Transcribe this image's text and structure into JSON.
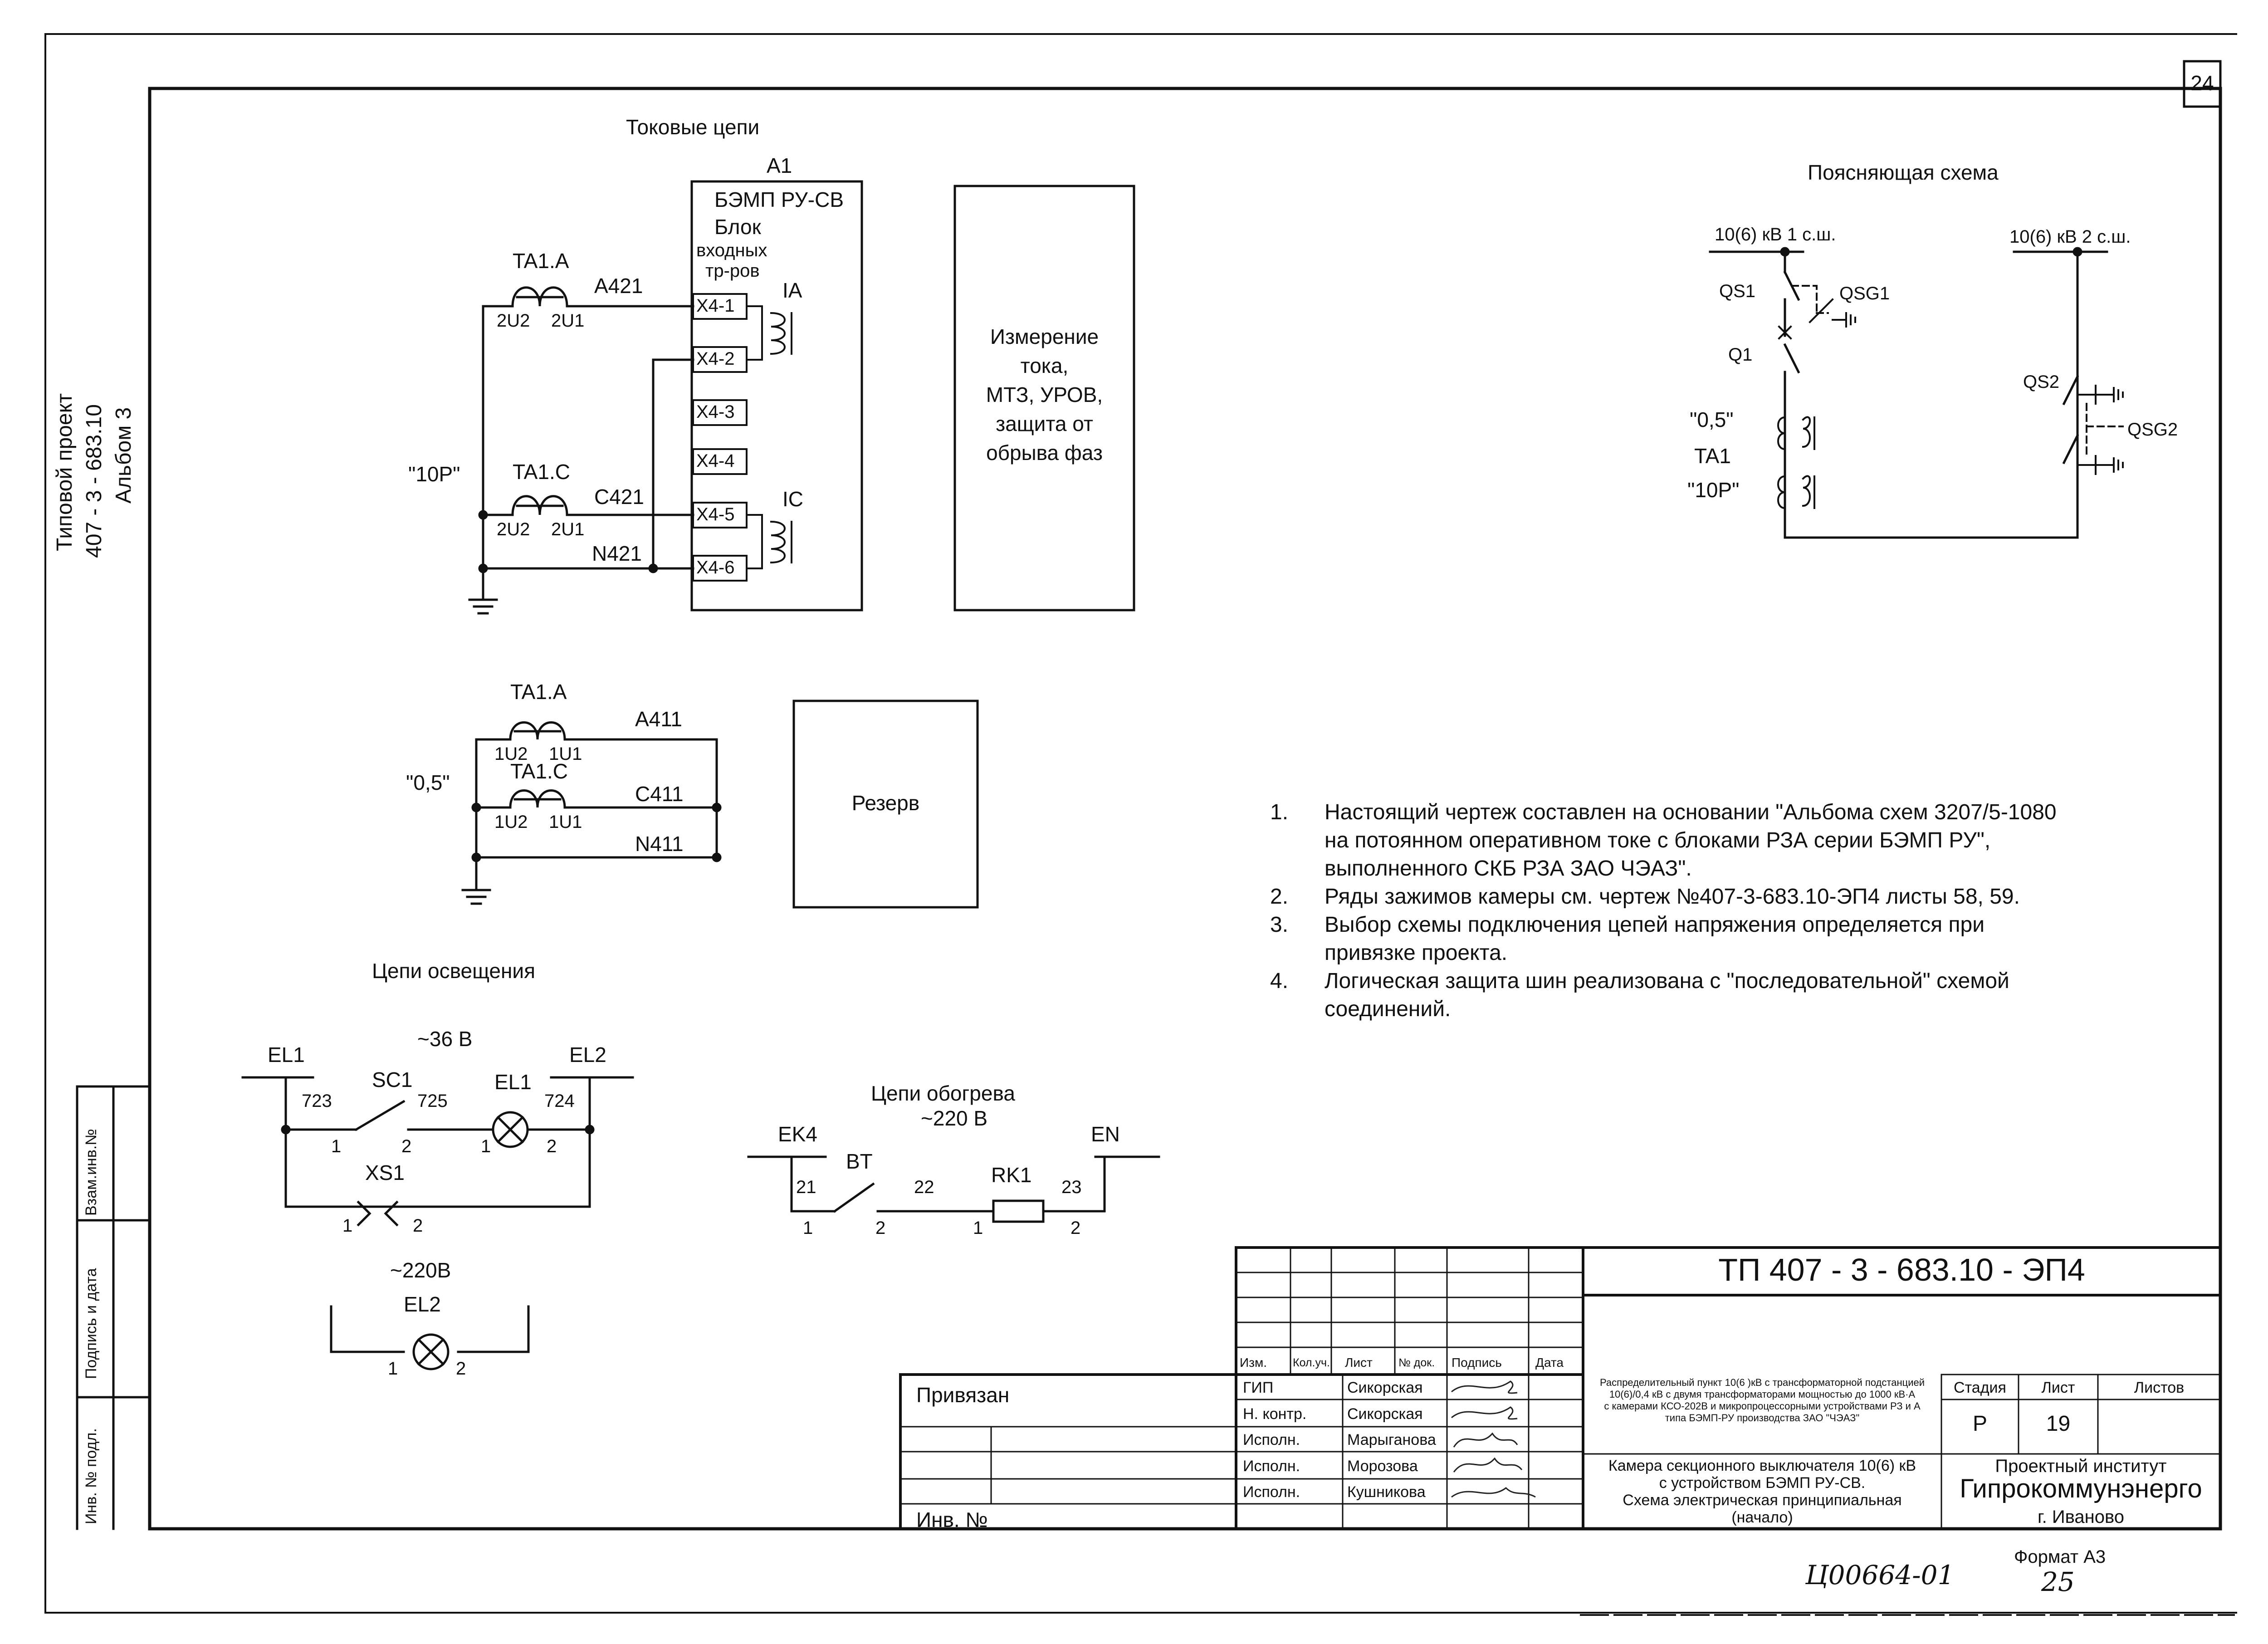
{
  "sheet_number": "24",
  "side_title": {
    "line1": "Типовой проект",
    "line2": "407 - 3 - 683.10",
    "line3": "Альбом 3"
  },
  "left_stamp": {
    "col1": "Инв. № подл.",
    "col2": "Подпись и дата",
    "col3": "Взам.инв.№"
  },
  "current_circuits": {
    "title": "Токовые цепи",
    "device": {
      "ref": "A1",
      "name": "БЭМП РУ-СВ",
      "block_line1": "Блок",
      "block_line2": "входных",
      "block_line3": "тр-ров"
    },
    "terminals": [
      "X4-1",
      "X4-2",
      "X4-3",
      "X4-4",
      "X4-5",
      "X4-6"
    ],
    "coil_ia": "IA",
    "coil_ic": "IC",
    "ta_a": "TA1.A",
    "ta_c": "TA1.C",
    "pin_2u2": "2U2",
    "pin_2u1": "2U1",
    "wire_a421": "A421",
    "wire_c421": "C421",
    "wire_n421": "N421",
    "class_10p": "\"10P\"",
    "measure_box": {
      "line1": "Измерение",
      "line2": "тока,",
      "line3": "МТЗ, УРОВ,",
      "line4": "защита от",
      "line5": "обрыва фаз"
    }
  },
  "measurement_circuits": {
    "ta_a": "TA1.A",
    "ta_c": "TA1.C",
    "pin_1u2": "1U2",
    "pin_1u1": "1U1",
    "wire_a411": "A411",
    "wire_c411": "C411",
    "wire_n411": "N411",
    "class_05": "\"0,5\"",
    "reserve": "Резерв"
  },
  "lighting": {
    "title": "Цепи освещения",
    "voltage": "~36 В",
    "el1_left": "EL1",
    "el2_right": "EL2",
    "sc1": "SC1",
    "el1_lamp": "EL1",
    "w723": "723",
    "w725": "725",
    "w724": "724",
    "n1a": "1",
    "n2a": "2",
    "n1b": "1",
    "n2b": "2",
    "xs1": "XS1",
    "n1c": "1",
    "n2c": "2",
    "voltage2": "~220В",
    "el2_lamp": "EL2",
    "n1d": "1",
    "n2d": "2"
  },
  "heating": {
    "title1": "Цепи обогрева",
    "title2": "~220 В",
    "ek4": "EK4",
    "en": "EN",
    "bt": "BT",
    "rk1": "RK1",
    "w21": "21",
    "w22": "22",
    "w23": "23",
    "n1a": "1",
    "n2a": "2",
    "n1b": "1",
    "n2b": "2"
  },
  "explanatory": {
    "title": "Поясняющая схема",
    "bus1": "10(6) кВ 1 с.ш.",
    "bus2": "10(6) кВ 2 с.ш.",
    "qs1": "QS1",
    "qsg1": "QSG1",
    "q1": "Q1",
    "qs2": "QS2",
    "qsg2": "QSG2",
    "c05": "\"0,5\"",
    "ta1": "TA1",
    "c10p": "\"10P\""
  },
  "notes": [
    {
      "num": "1.",
      "lines": [
        "Настоящий чертеж составлен на основании \"Альбома схем 3207/5-1080",
        "на потоянном оперативном токе с блоками РЗА серии БЭМП РУ\",",
        "выполненного СКБ РЗА ЗАО ЧЭАЗ\"."
      ]
    },
    {
      "num": "2.",
      "lines": [
        "Ряды  зажимов камеры см. чертеж №407-3-683.10-ЭП4 листы 58, 59."
      ]
    },
    {
      "num": "3.",
      "lines": [
        "Выбор схемы подключения цепей  напряжения определяется при",
        "привязке проекта."
      ]
    },
    {
      "num": "4.",
      "lines": [
        "Логическая защита шин реализована с \"последовательной\" схемой",
        "соединений."
      ]
    }
  ],
  "title_block": {
    "code": "ТП  407 - 3 - 683.10 - ЭП4",
    "privyazan": "Привязан",
    "inv": "Инв. №",
    "headers": {
      "izm": "Изм.",
      "koluch": "Кол.уч.",
      "list": "Лист",
      "ndok": "№ док.",
      "podpis": "Подпись",
      "data": "Дата"
    },
    "roles": [
      {
        "role": "ГИП",
        "name": "Сикорская"
      },
      {
        "role": "Н. контр.",
        "name": "Сикорская"
      },
      {
        "role": "Исполн.",
        "name": "Марыганова"
      },
      {
        "role": "Исполн.",
        "name": "Морозова"
      },
      {
        "role": "Исполн.",
        "name": "Кушникова"
      }
    ],
    "object_text": [
      "Распределительный пункт 10(6 )кВ с трансформаторной подстанцией",
      "10(6)/0,4 кВ с двумя трансформаторами мощностью до 1000 кВ·А",
      "с камерами КСО-202В и микропроцессорными устройствами РЗ и А",
      "типа БЭМП-РУ  производства ЗАО \"ЧЭАЗ\""
    ],
    "sheet_text": [
      "Камера секционного выключателя 10(6) кВ",
      "с устройством БЭМП РУ-СВ.",
      "Схема электрическая принципиальная",
      "(начало)"
    ],
    "stadia_label": "Стадия",
    "list_label": "Лист",
    "listov_label": "Листов",
    "stadia": "Р",
    "list": "19",
    "listov": "",
    "org1": "Проектный институт",
    "org2": "Гипрокоммунэнерго",
    "org3": "г. Иваново",
    "format": "Формат А3",
    "archive": "Ц00664-01",
    "page": "25"
  }
}
